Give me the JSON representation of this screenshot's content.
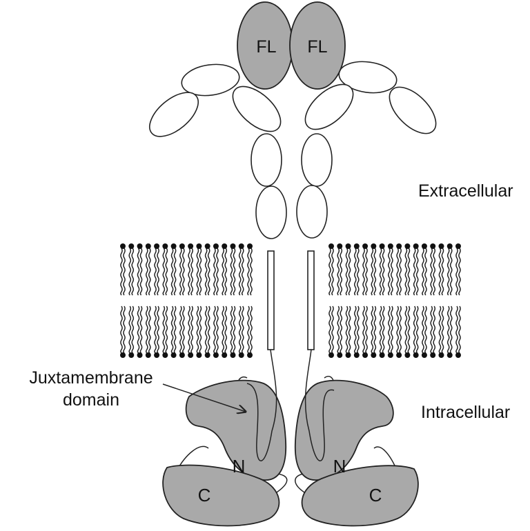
{
  "labels": {
    "ligand": "FL",
    "extracellular": "Extracellular",
    "intracellular": "Intracellular",
    "juxtamembrane_line1": "Juxtamembrane",
    "juxtamembrane_line2": "domain",
    "n_lobe": "N",
    "c_lobe": "C"
  },
  "colors": {
    "shaded_domain": "#a9a9a9",
    "outline": "#222222",
    "background": "#ffffff"
  }
}
